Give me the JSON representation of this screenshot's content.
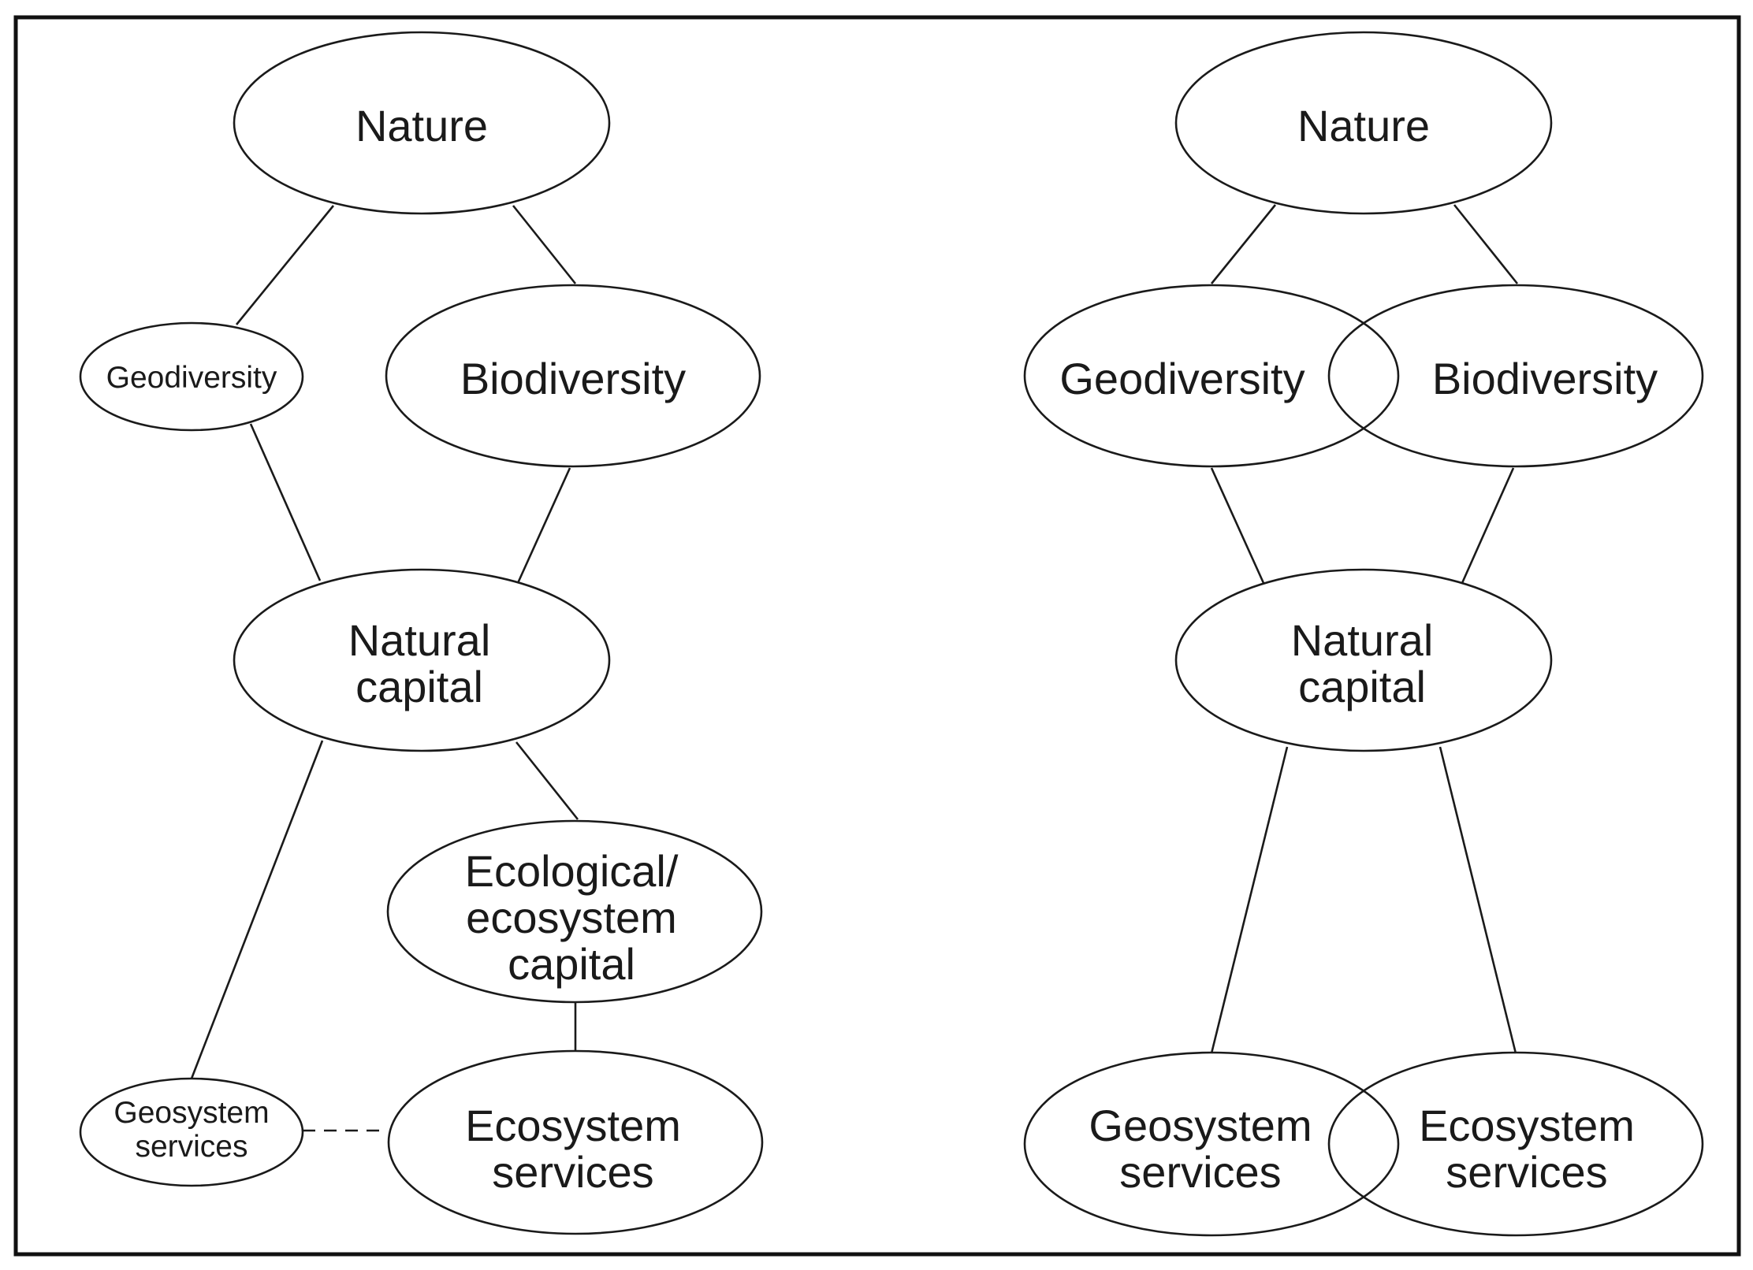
{
  "left_panel": {
    "nature": "Nature",
    "geodiversity": "Geodiversity",
    "biodiversity": "Biodiversity",
    "natural_capital": [
      "Natural",
      "capital"
    ],
    "ecological_capital": [
      "Ecological/",
      "ecosystem",
      "capital"
    ],
    "geosystem_services": [
      "Geosystem",
      "services"
    ],
    "ecosystem_services": [
      "Ecosystem",
      "services"
    ]
  },
  "right_panel": {
    "nature": "Nature",
    "geodiversity": "Geodiversity",
    "biodiversity": "Biodiversity",
    "natural_capital": [
      "Natural",
      "capital"
    ],
    "geosystem_services": [
      "Geosystem",
      "services"
    ],
    "ecosystem_services": [
      "Ecosystem",
      "services"
    ]
  }
}
